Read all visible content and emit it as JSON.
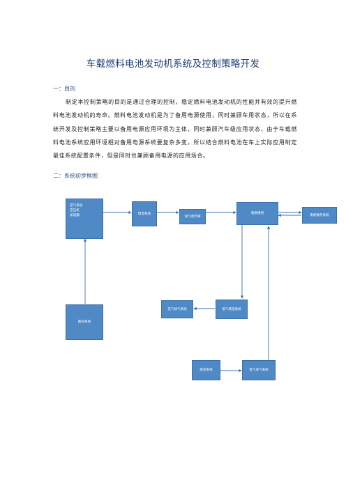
{
  "title": "车载燃料电池发动机系统及控制策略开发",
  "section1": {
    "heading": "一：目的",
    "paragraph": "制定本控制策略的目的是通过合理的控制，稳定燃料电池发动机的性能并有效的提升燃料电池发动机的寿命。燃料电池发动机是为了备用电源使用，同时兼顾车用状态，所以在系统开发及控制策略主要以备用电源应用环境为主体，同时兼顾汽车级应用状态，由于车载燃料电池系统应用环境相对备用电源系统要复杂多变，所以结合燃料电池在车上实际应用制定最佳系统配置条件，但是同时也兼顾备用电源的应用场合。"
  },
  "section2": {
    "heading": "二：系统初步框图"
  },
  "diagram": {
    "air_box": [
      "空气系统",
      "空压机",
      "加湿器"
    ],
    "cooling_box": "散热系统",
    "humidifier_box": "增湿系统",
    "intake_valve_box": "进气调节阀",
    "stack_box": "电堆模组",
    "stack_heat_box": "电堆散热系统",
    "h2_exhaust_box": "氢气排气系统",
    "h2_recirc_box": "氢气增湿系统",
    "storage_box": "储氢系统",
    "h2_intake_box": "氢气进气系统"
  }
}
